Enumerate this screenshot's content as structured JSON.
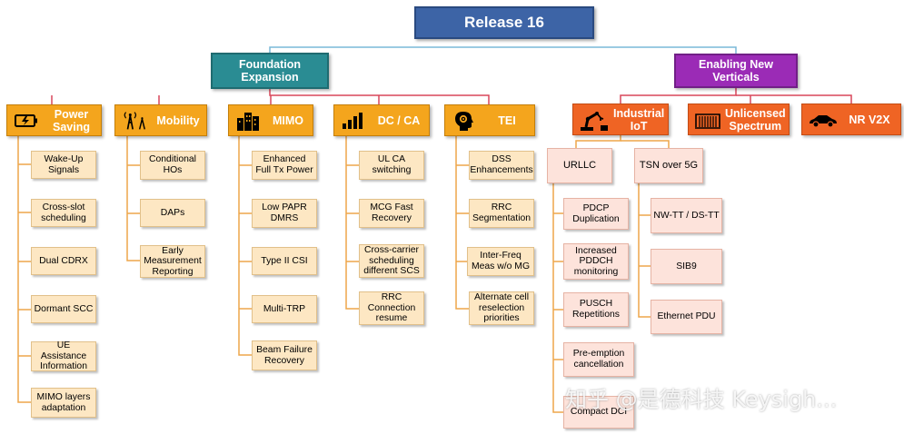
{
  "root": "Release 16",
  "foundation": "Foundation Expansion",
  "verticals": "Enabling New Verticals",
  "categories": {
    "power": {
      "label": "Power Saving",
      "icon": "battery-icon",
      "items": [
        "Wake-Up Signals",
        "Cross-slot scheduling",
        "Dual CDRX",
        "Dormant SCC",
        "UE Assistance Information",
        "MIMO layers adaptation"
      ]
    },
    "mobility": {
      "label": "Mobility",
      "icon": "antenna-tower-icon",
      "items": [
        "Conditional HOs",
        "DAPs",
        "Early Measurement Reporting"
      ]
    },
    "mimo": {
      "label": "MIMO",
      "icon": "buildings-icon",
      "items": [
        "Enhanced Full Tx Power",
        "Low PAPR DMRS",
        "Type II CSI",
        "Multi-TRP",
        "Beam Failure Recovery"
      ]
    },
    "dcca": {
      "label": "DC / CA",
      "icon": "signal-bars-icon",
      "items": [
        "UL CA switching",
        "MCG Fast Recovery",
        "Cross-carrier scheduling different SCS",
        "RRC Connection resume"
      ]
    },
    "tei": {
      "label": "TEI",
      "icon": "head-gear-icon",
      "items": [
        "DSS Enhancements",
        "RRC Segmentation",
        "Inter-Freq Meas w/o MG",
        "Alternate cell reselection priorities"
      ]
    }
  },
  "vertical_categories": {
    "iiot": {
      "label": "Industrial IoT",
      "icon": "robot-arm-icon"
    },
    "unlicensed": {
      "label": "Unlicensed Spectrum",
      "icon": "spectrum-icon"
    },
    "v2x": {
      "label": "NR V2X",
      "icon": "car-icon"
    }
  },
  "urllc": {
    "label": "URLLC",
    "items": [
      "PDCP Duplication",
      "Increased PDDCH monitoring",
      "PUSCH Repetitions",
      "Pre-emption cancellation",
      "Compact DCI"
    ]
  },
  "tsn": {
    "label": "TSN over 5G",
    "items": [
      "NW-TT / DS-TT",
      "SIB9",
      "Ethernet PDU"
    ]
  },
  "watermark": "知乎 @是德科技 Keysigh...",
  "colors": {
    "root": "#3d64a6",
    "foundation": "#2a8c93",
    "verticals": "#9b2bb6",
    "category": "#f4a51d",
    "vertical_category": "#ef6424",
    "item": "#fde7c3",
    "vertical_item": "#fde3db",
    "line_top": "#7ab8d8",
    "line_red": "#d9475a",
    "line_orange": "#eea64a"
  }
}
